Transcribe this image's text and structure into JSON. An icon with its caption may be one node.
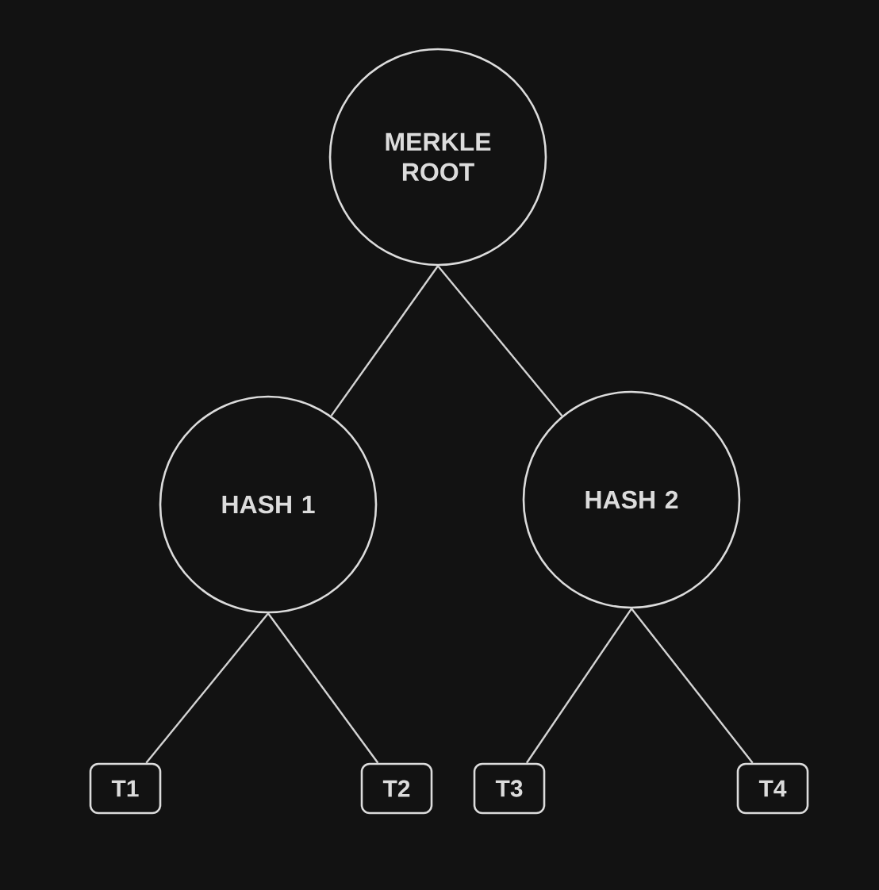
{
  "diagram": {
    "nodes": [
      {
        "text": [
          "MERKLE ROOT"
        ]
      },
      {
        "text": [
          "HASH 1"
        ]
      },
      {
        "text": [
          "HASH 2"
        ]
      },
      {
        "text": [
          "T1"
        ]
      },
      {
        "text": [
          "T2"
        ]
      },
      {
        "text": [
          "T3"
        ]
      },
      {
        "text": [
          "T4"
        ]
      }
    ],
    "edges": [
      {
        "from": 0,
        "to": 1,
        "arrow": "none"
      },
      {
        "from": 0,
        "to": 2,
        "arrow": "none"
      },
      {
        "from": 1,
        "to": 3,
        "arrow": "none"
      },
      {
        "from": 1,
        "to": 4,
        "arrow": "none"
      },
      {
        "from": 2,
        "to": 5,
        "arrow": "none"
      },
      {
        "from": 2,
        "to": 6,
        "arrow": "none"
      }
    ]
  }
}
